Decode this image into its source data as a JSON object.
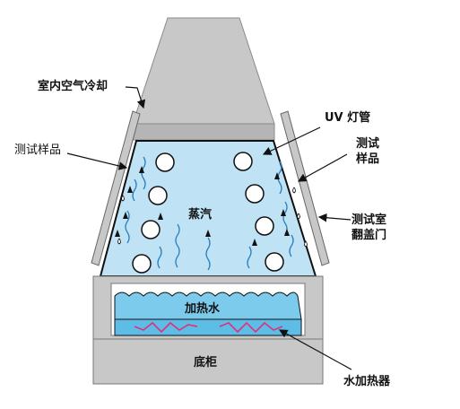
{
  "labels": {
    "indoor_air_cooling": "室内空气冷却",
    "test_sample_left": "测试样品",
    "uv_lamp": "UV 灯管",
    "test_sample_right_line1": "测试",
    "test_sample_right_line2": "样品",
    "steam": "蒸汽",
    "chamber_door_line1": "测试室",
    "chamber_door_line2": "翻盖门",
    "heated_water": "加热水",
    "cabinet": "底柜",
    "water_heater": "水加热器"
  },
  "colors": {
    "chamber_fill": "#bfe3f5",
    "water_fill": "#7ccbec",
    "water_band": "#5ebde6",
    "gray_structure": "#c8c8c8",
    "gray_dark": "#9a9a9a",
    "heater_coil": "#e0307a",
    "outline": "#111111"
  }
}
